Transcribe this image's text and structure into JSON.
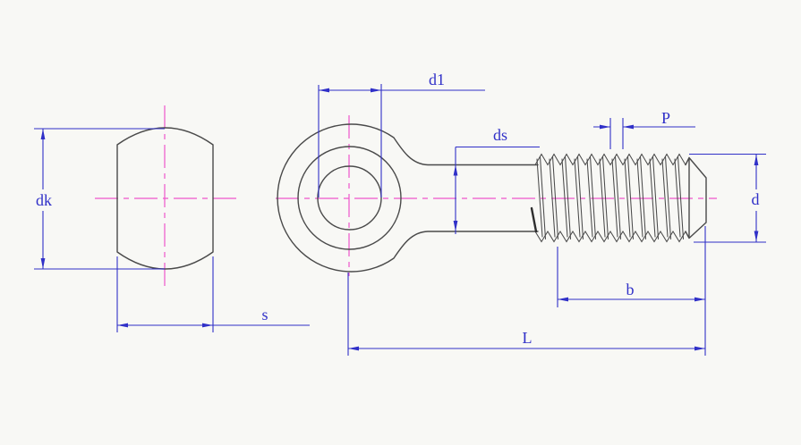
{
  "drawing": {
    "kind": "engineering-dimension-drawing",
    "part": "eye bolt (swing bolt) with shoulder head, eye ring, plain shank and threaded end",
    "views": {
      "left": "head side view (barrel profile)",
      "center": "eye front view (three concentric circles)",
      "right": "shank with external thread and chamfered end"
    }
  },
  "labels": {
    "dk": "dk",
    "s": "s",
    "d1": "d1",
    "ds": "ds",
    "P": "P",
    "d": "d",
    "b": "b",
    "L": "L"
  },
  "dimensions_meaning": {
    "dk": "head outer diameter (vertical overall of eye)",
    "s": "head width (side view)",
    "d1": "eye hole diameter",
    "ds": "shank diameter",
    "P": "thread pitch",
    "d": "thread major diameter",
    "b": "thread length",
    "L": "length from eye center to threaded end"
  },
  "colors": {
    "dimension": "#3030c8",
    "centerline": "#ee55cc",
    "outline": "#4a4a4a",
    "background": "#f8f8f5"
  }
}
